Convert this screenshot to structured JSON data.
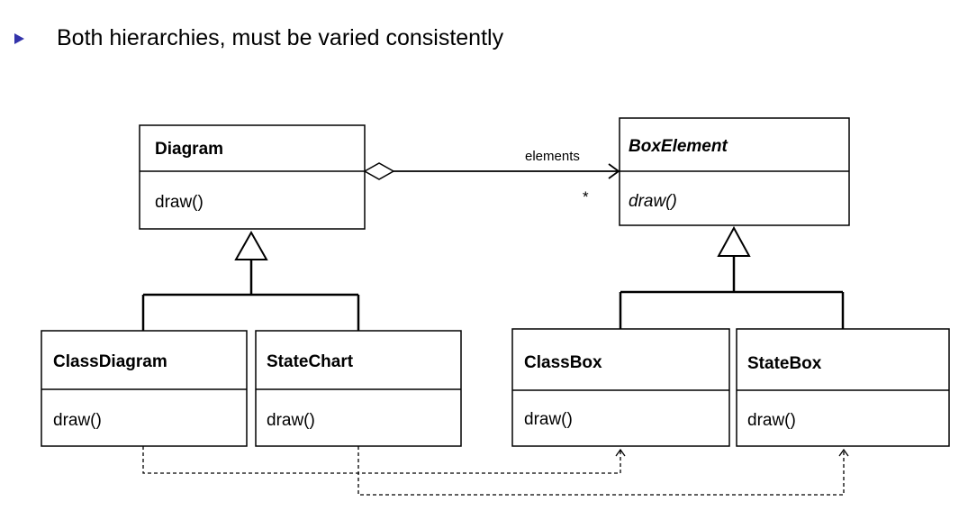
{
  "bullet": {
    "text": "Both hierarchies, must be varied consistently",
    "icon": "triangle-bullet-icon",
    "color": "#3333aa"
  },
  "classes": {
    "diagram": {
      "name": "Diagram",
      "operation": "draw()"
    },
    "box_element": {
      "name": "BoxElement",
      "operation": "draw()"
    },
    "class_diagram": {
      "name": "ClassDiagram",
      "operation": "draw()"
    },
    "state_chart": {
      "name": "StateChart",
      "operation": "draw()"
    },
    "class_box": {
      "name": "ClassBox",
      "operation": "draw()"
    },
    "state_box": {
      "name": "StateBox",
      "operation": "draw()"
    }
  },
  "association": {
    "label": "elements",
    "multiplicity": "*"
  }
}
